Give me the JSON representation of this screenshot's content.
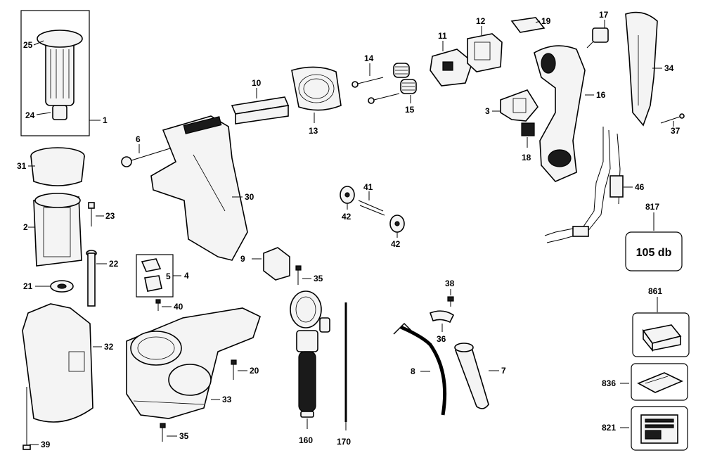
{
  "callouts": {
    "c1": "1",
    "c2": "2",
    "c3": "3",
    "c4": "4",
    "c5": "5",
    "c6": "6",
    "c7": "7",
    "c8": "8",
    "c9": "9",
    "c10": "10",
    "c11": "11",
    "c12": "12",
    "c13": "13",
    "c14": "14",
    "c15": "15",
    "c16": "16",
    "c17": "17",
    "c18": "18",
    "c19": "19",
    "c20": "20",
    "c21": "21",
    "c22": "22",
    "c23": "23",
    "c24": "24",
    "c25": "25",
    "c30": "30",
    "c31": "31",
    "c32": "32",
    "c33": "33",
    "c34": "34",
    "c35a": "35",
    "c35b": "35",
    "c36": "36",
    "c37": "37",
    "c38": "38",
    "c39": "39",
    "c40": "40",
    "c41": "41",
    "c42a": "42",
    "c42b": "42",
    "c46": "46",
    "c160": "160",
    "c170": "170",
    "c817": "817",
    "c821": "821",
    "c836": "836",
    "c861": "861"
  },
  "noise_label": "105 db"
}
